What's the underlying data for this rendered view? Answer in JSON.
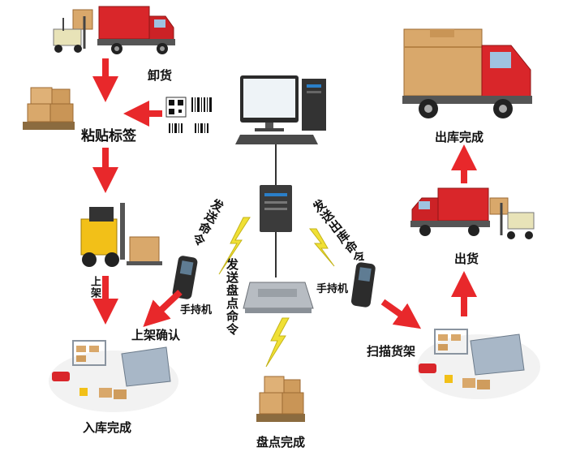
{
  "labels": {
    "unload": "卸货",
    "labeling": "粘贴标签",
    "shelve": "上架",
    "shelve_confirm": "上架确认",
    "handheld_left": "手持机",
    "handheld_right": "手持机",
    "inbound_done": "入库完成",
    "send_cmd": "发送命令",
    "send_count_cmd": "发送盘点命令",
    "count_done": "盘点完成",
    "send_outbound_cmd": "发送出库命令",
    "scan_shelf": "扫描货架",
    "ship": "出货",
    "outbound_done": "出库完成"
  },
  "colors": {
    "arrow": "#e8282b",
    "lightning": "#f0e035",
    "truck_red": "#d9262a",
    "box": "#d9a86b",
    "forklift": "#f2c018"
  }
}
